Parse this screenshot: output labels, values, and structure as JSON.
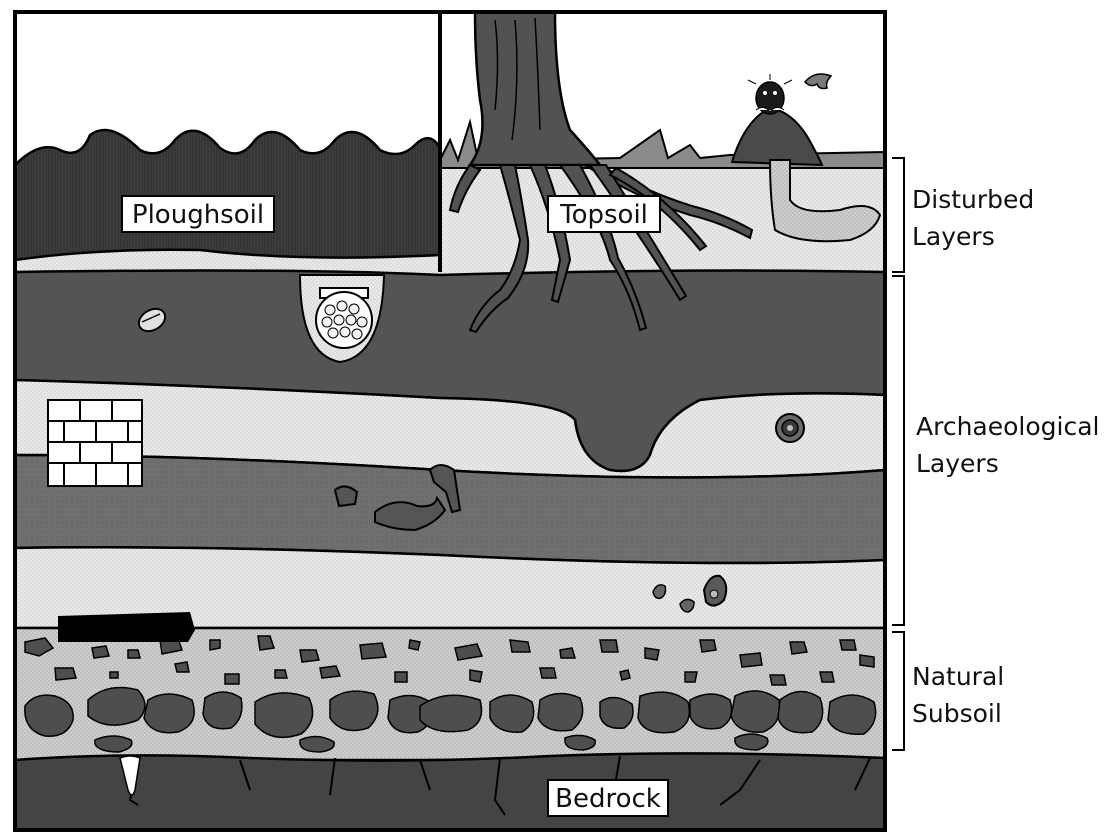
{
  "labels": {
    "ploughsoil": "Ploughsoil",
    "topsoil": "Topsoil",
    "bedrock": "Bedrock"
  },
  "groups": [
    {
      "id": "disturbed",
      "line1": "Disturbed",
      "line2": "Layers"
    },
    {
      "id": "archaeological",
      "line1": "Archaeological",
      "line2": "Layers"
    },
    {
      "id": "natural",
      "line1": "Natural",
      "line2": "Subsoil"
    }
  ],
  "colors": {
    "outline": "#000000",
    "dark_soil": "#4a4a4a",
    "mid_soil": "#6e6e6e",
    "light_soil": "#e6e6e6",
    "ploughsoil": "#3c3c3c",
    "bedrock": "#424242",
    "stone": "#505050",
    "grass": "#8a8a8a",
    "label_bg": "#ffffff"
  },
  "icons": [
    "tree",
    "roots",
    "mole",
    "molehill",
    "worm",
    "cooking-pot",
    "brick-wall",
    "coin",
    "pottery-sherds",
    "shell",
    "beam",
    "stones"
  ]
}
